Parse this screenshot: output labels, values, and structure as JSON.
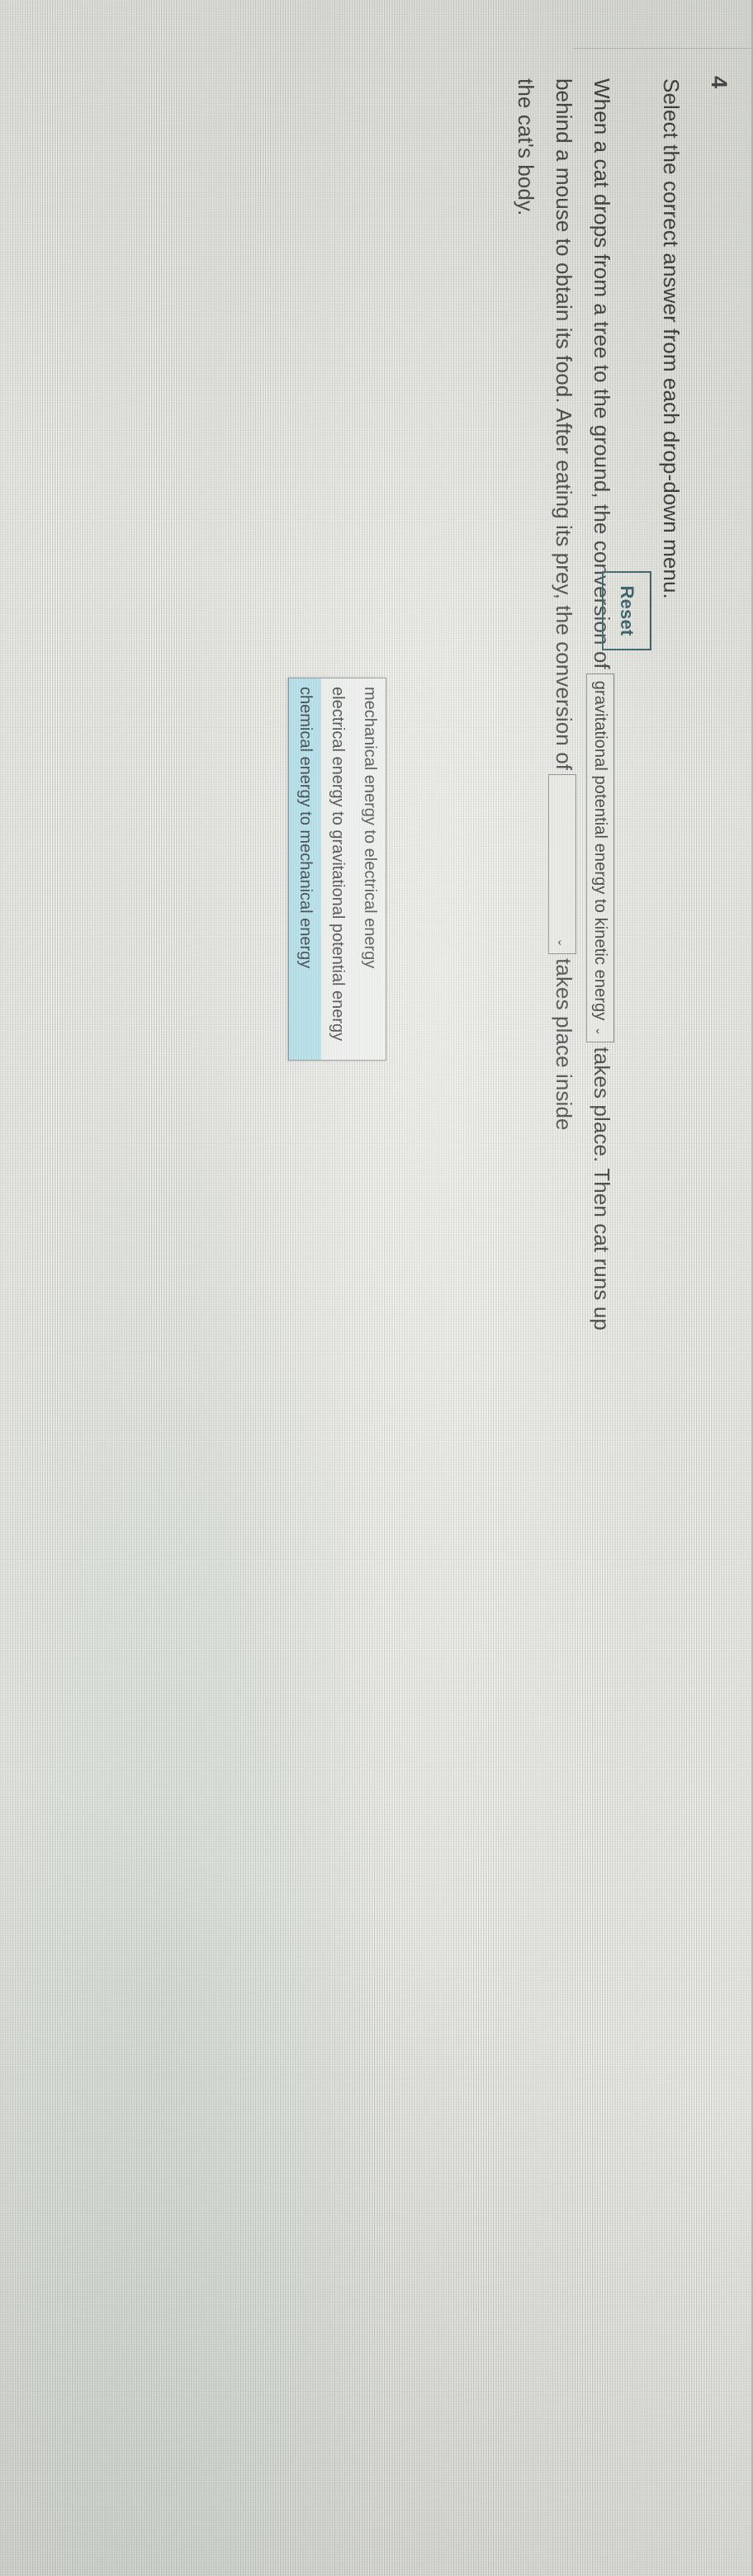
{
  "question": {
    "number": "4",
    "instruction": "Select the correct answer from each drop-down menu.",
    "stem_line_1_pre": "When a cat drops from a tree to the ground, the conversion of",
    "stem_line_1_post": "takes place. Then cat runs up",
    "stem_line_2_pre": "behind a mouse to obtain its food. After eating its prey, the conversion of",
    "stem_line_2_post": "takes place inside",
    "stem_line_3": "the cat's body."
  },
  "selects": [
    {
      "name": "first-conversion-select",
      "value": "gravitational potential energy to kinetic energy",
      "caret": "⌄",
      "state": "closed"
    },
    {
      "name": "second-conversion-select",
      "value": "",
      "caret": "⌄",
      "state": "open"
    }
  ],
  "dropdown": {
    "open_for": "second-conversion-select",
    "options": [
      {
        "label": "mechanical energy to electrical energy",
        "highlighted": false
      },
      {
        "label": "electrical energy to gravitational potential energy",
        "highlighted": false
      },
      {
        "label": "chemical energy to mechanical energy",
        "highlighted": true
      }
    ],
    "highlight_color": "#a5dbe8"
  },
  "buttons": {
    "reset_label": "Reset"
  },
  "colors": {
    "page_background": "#dcdcd4",
    "text": "#222222",
    "reset_border": "#1f4e56",
    "reset_text": "#15454f",
    "select_border": "#6f7774",
    "option_highlight": "#a5dbe8"
  }
}
